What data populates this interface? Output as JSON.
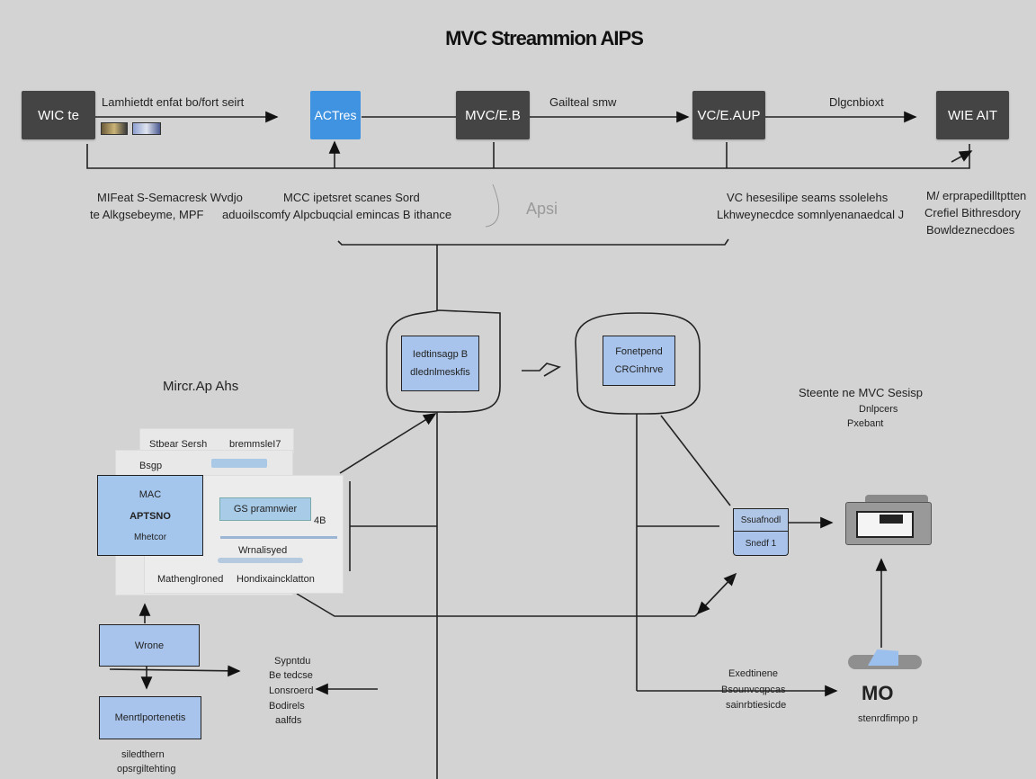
{
  "title": "MVC Streammion AIPS",
  "top_row": {
    "boxes": [
      {
        "id": "box1",
        "label": "WIC te",
        "style": "dark"
      },
      {
        "id": "box2",
        "label": "ACTres",
        "style": "blue"
      },
      {
        "id": "box3",
        "label": "MVC/E.B",
        "style": "dark"
      },
      {
        "id": "box4",
        "label": "VC/E.AUP",
        "style": "dark"
      },
      {
        "id": "box5",
        "label": "WIE AIT",
        "style": "dark"
      }
    ],
    "edge_labels": [
      "Lamhietdt enfat bo/fort seirt",
      "Gailteal smw",
      "Dlgcnbioxt"
    ]
  },
  "descriptions": {
    "left": [
      "MIFeat S-Semacresk Wvdjo",
      "te Alkgsebeyme, MPF"
    ],
    "center_left": [
      "MCC ipetsret scanes Sord",
      "aduoilscomfy Alpcbuqcial emincas B ithance"
    ],
    "faint_label": "Apsi",
    "right": [
      "VC hesesilipe seams ssolelehs",
      "Lkhweynecdce somnlyenanaedcal J"
    ],
    "far_right": [
      "M/ erprapedilltptten",
      "Crefiel Bithresdory",
      "Bowldeznecdoes"
    ]
  },
  "middle": {
    "left_blob_box": [
      "Iedtinsagp B",
      "dlednlmeskfis"
    ],
    "right_blob_box": [
      "Fonetpend",
      "CRCinhrve"
    ]
  },
  "left_panel": {
    "heading": "Mircr.Ap Ahs",
    "card_labels": [
      "Stbear Sersh",
      "bremmsleI7",
      "Bsgp"
    ],
    "main_box": [
      "MAC",
      "APTSNO",
      "Mhetcor"
    ],
    "callout": "GS pramnwier",
    "badge": "4B",
    "sub_labels": [
      "Wrnalisyed",
      "Mathenglroned",
      "Hondixaincklatton"
    ]
  },
  "bottom_left": {
    "box_a": "Wrone",
    "box_b": "Menrtlportenetis",
    "caption": [
      "siledthern",
      "opsrgiltehting"
    ]
  },
  "bottom_center_notes": [
    "Sypntdu",
    "Be tedcse",
    "Lonsroerd",
    "Bodirels",
    "aalfds"
  ],
  "right_side": {
    "heading": [
      "Steente ne MVC Sesisp",
      "Dnlpcers",
      "Pxebant"
    ],
    "db_labels": [
      "Ssuafnodl",
      "Snedf 1"
    ],
    "note": [
      "Exedtinene",
      "Bsounvcqpcas",
      "sainrbtiesicde"
    ],
    "bottom_label": "MO",
    "bottom_caption": "stenrdfimpo p"
  }
}
